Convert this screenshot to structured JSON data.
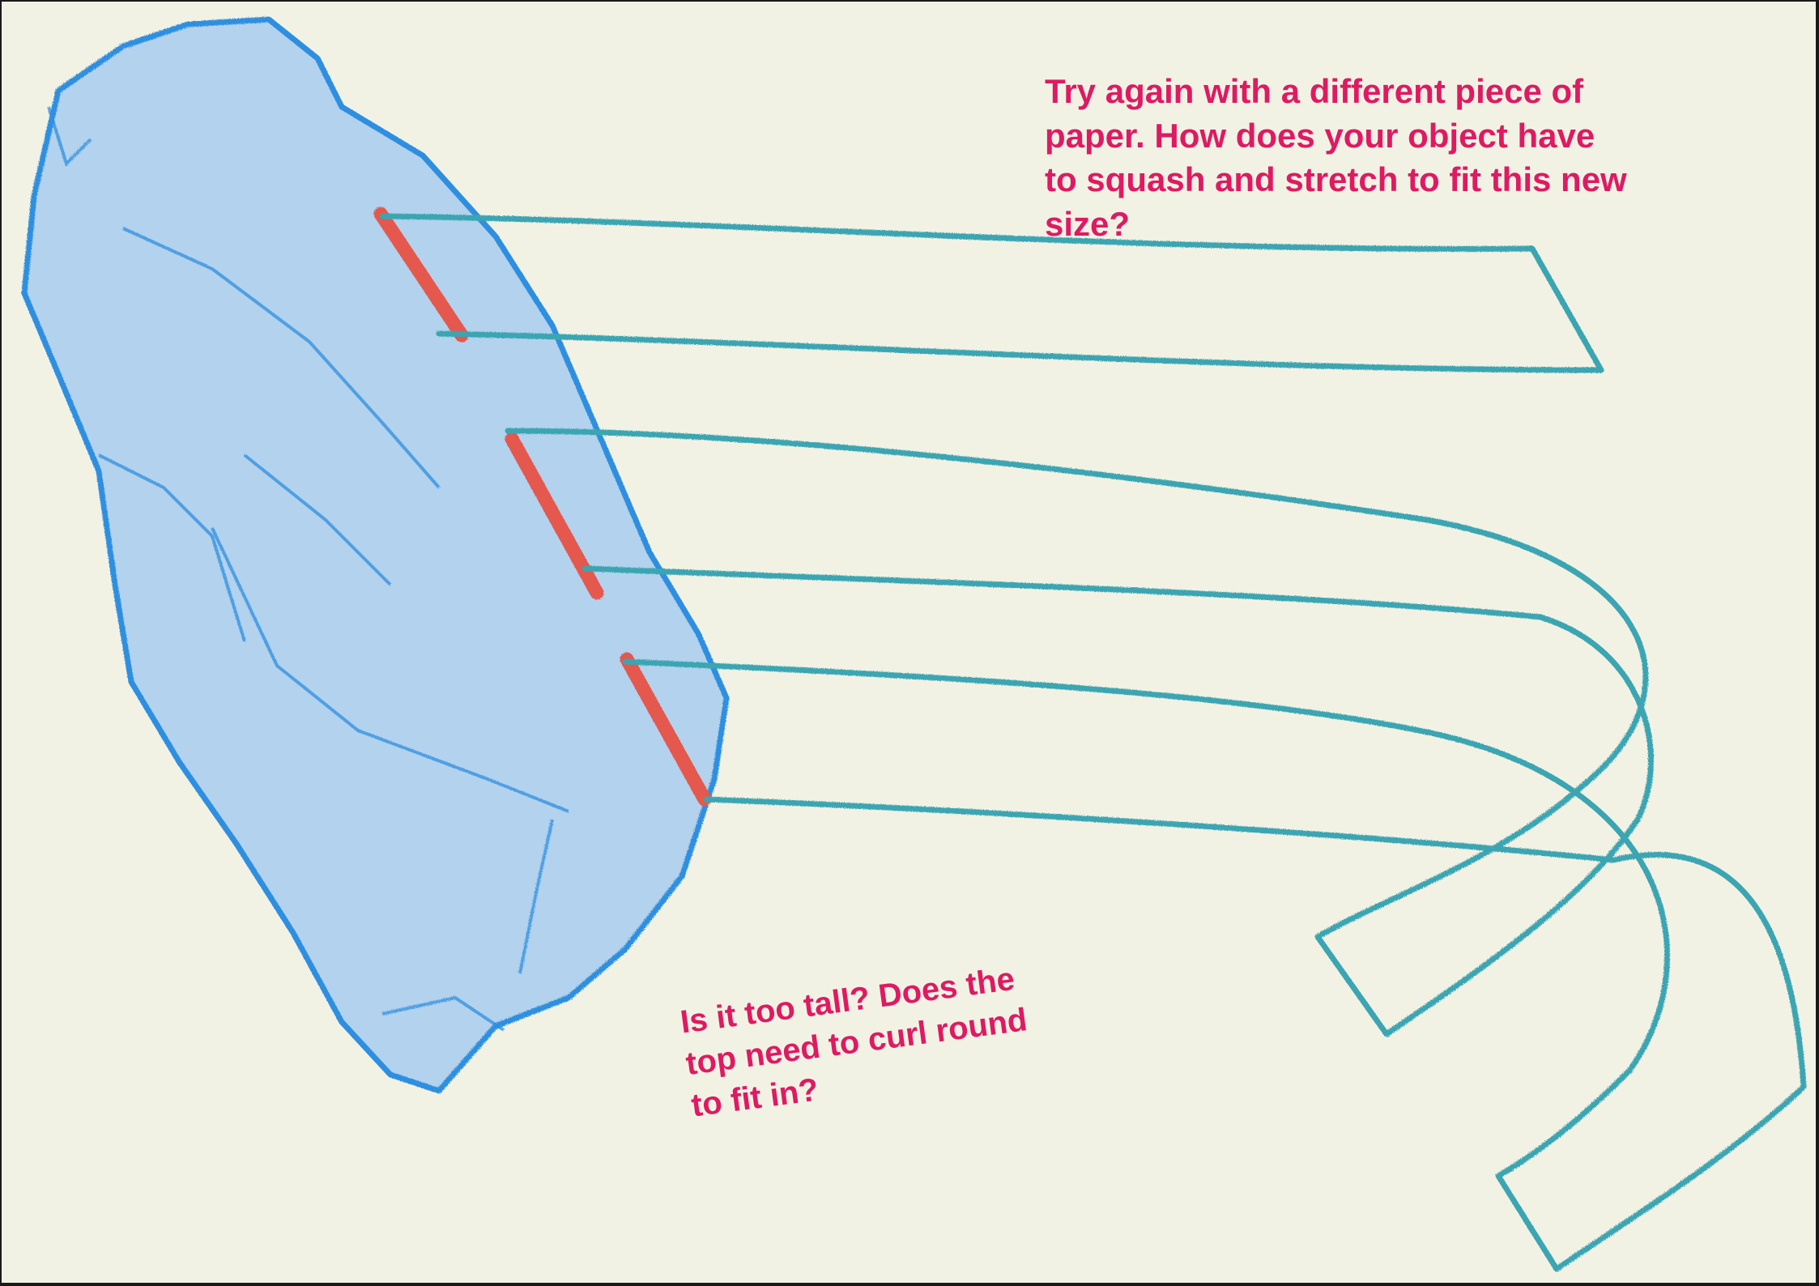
{
  "captions": {
    "main": "Try again with a different piece of\npaper. How does your object have\nto squash and stretch to fit this new\nsize?",
    "sub": "Is it too tall? Does the\ntop need to curl round\nto fit in?"
  },
  "colors": {
    "paper": "#f2f2e4",
    "border": "#1a1a1a",
    "object_fill": "#a9cdef",
    "object_outline": "#2f8fe0",
    "strips": "#3aa5b2",
    "marks": "#e4584e",
    "text": "#de1a62"
  },
  "icons": {
    "object": "crayon-object-drawing",
    "strips": "stretched-paper-strip-drawing"
  }
}
